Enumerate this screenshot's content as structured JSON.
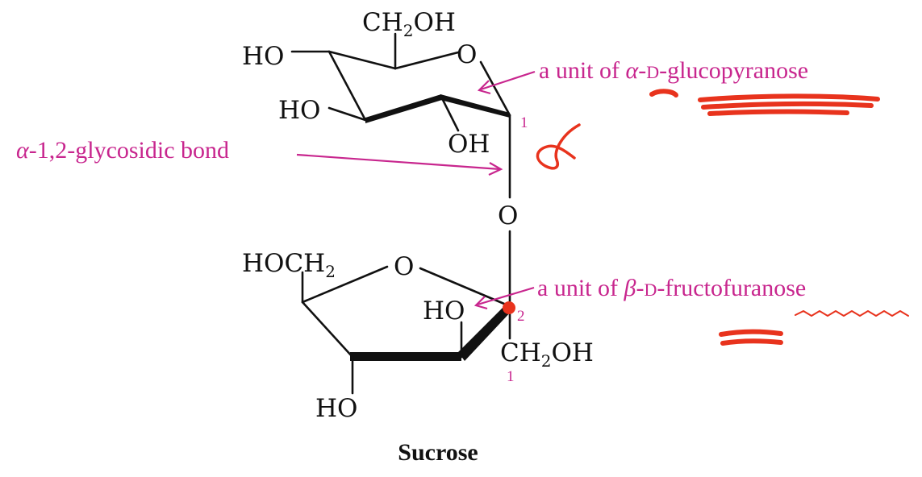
{
  "colors": {
    "ink": "#111111",
    "magenta": "#c8268e",
    "annotation_red": "#e8331d"
  },
  "labels": {
    "ch2oh_top": {
      "pre": "CH",
      "sub": "2",
      "post": "OH"
    },
    "ring_o_top": "O",
    "ho_c4": "HO",
    "ho_c3": "HO",
    "oh_c2": "OH",
    "bridge_o": "O",
    "hoch2": {
      "pre": "HOCH",
      "sub": "2"
    },
    "ring_o_bottom": "O",
    "ho_c3_fructose": "HO",
    "ch2oh_bottom": {
      "pre": "CH",
      "sub": "2",
      "post": "OH"
    },
    "ho_c4_fructose": "HO",
    "title": "Sucrose"
  },
  "annotations": {
    "glucose_unit": {
      "prefix": "a unit of ",
      "greek": "α",
      "sep": "-",
      "config": "D",
      "suffix": "-glucopyranose"
    },
    "bond": {
      "greek": "α",
      "text": "-1,2-glycosidic bond"
    },
    "fructose_unit": {
      "prefix": "a unit of ",
      "greek": "β",
      "sep": "-",
      "config": "D",
      "suffix": "-fructofuranose"
    }
  },
  "carbon_numbers": {
    "glucose_c1": "1",
    "fructose_c2": "2",
    "fructose_c1": "1"
  }
}
